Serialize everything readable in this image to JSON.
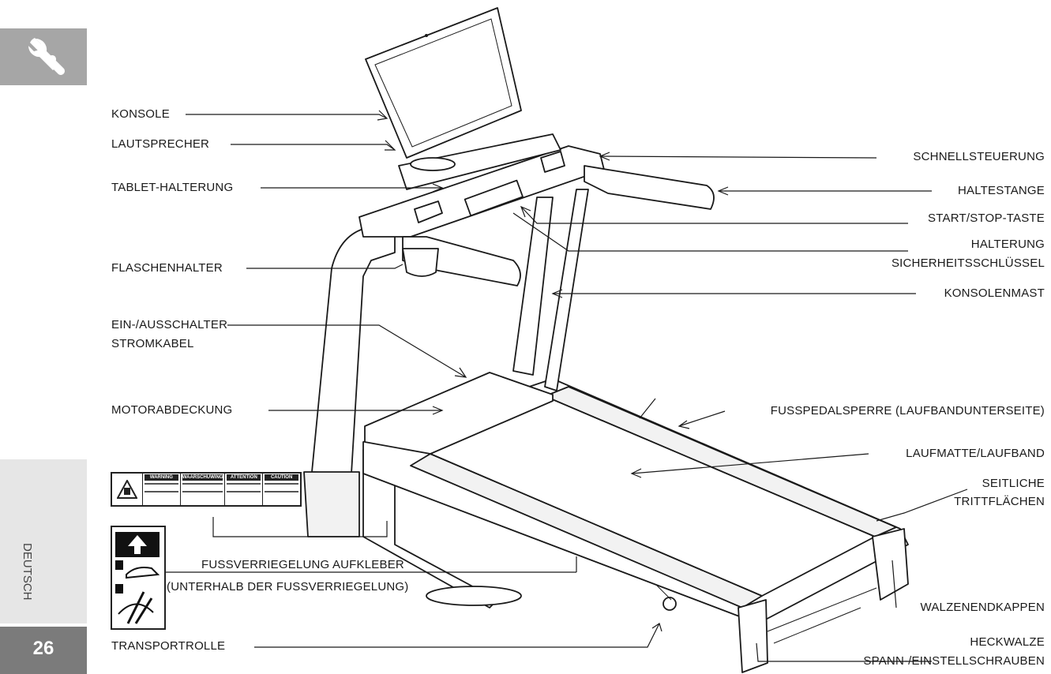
{
  "page": {
    "language": "DEUTSCH",
    "number": "26"
  },
  "icons": {
    "tab": "wrench-icon"
  },
  "labels": {
    "konsole": "KONSOLE",
    "lautsprecher": "LAUTSPRECHER",
    "tablet_halterung": "TABLET-HALTERUNG",
    "flaschenhalter": "FLASCHENHALTER",
    "ein_ausschalter": "EIN-/AUSSCHALTER",
    "stromkabel": "STROMKABEL",
    "motorabdeckung": "MOTORABDECKUNG",
    "fussverriegelung_aufkleber": "FUSSVERRIEGELUNG AUFKLEBER",
    "unterhalb": "(UNTERHALB DER FUSSVERRIEGELUNG)",
    "transportrolle": "TRANSPORTROLLE",
    "schnellsteuerung": "SCHNELLSTEUERUNG",
    "haltestange": "HALTESTANGE",
    "start_stop": "START/STOP-TASTE",
    "halterung": "HALTERUNG",
    "sicherheitsschluessel": "SICHERHEITSSCHLÜSSEL",
    "konsolenmast": "KONSOLENMAST",
    "fusspedalsperre": "FUSSPEDALSPERRE (LAUFBANDUNTERSEITE)",
    "laufmatte": "LAUFMATTE/LAUFBAND",
    "seitliche": "SEITLICHE",
    "trittflaechen": "TRITTFLÄCHEN",
    "walzenendkappen": "WALZENENDKAPPEN",
    "heckwalze": "HECKWALZE",
    "spann": "SPANN-/EINSTELLSCHRAUBEN"
  },
  "warning_sticker": {
    "headers": [
      "WARNING",
      "WAARSCHUWING",
      "ATTENTION",
      "CAUTION"
    ]
  }
}
